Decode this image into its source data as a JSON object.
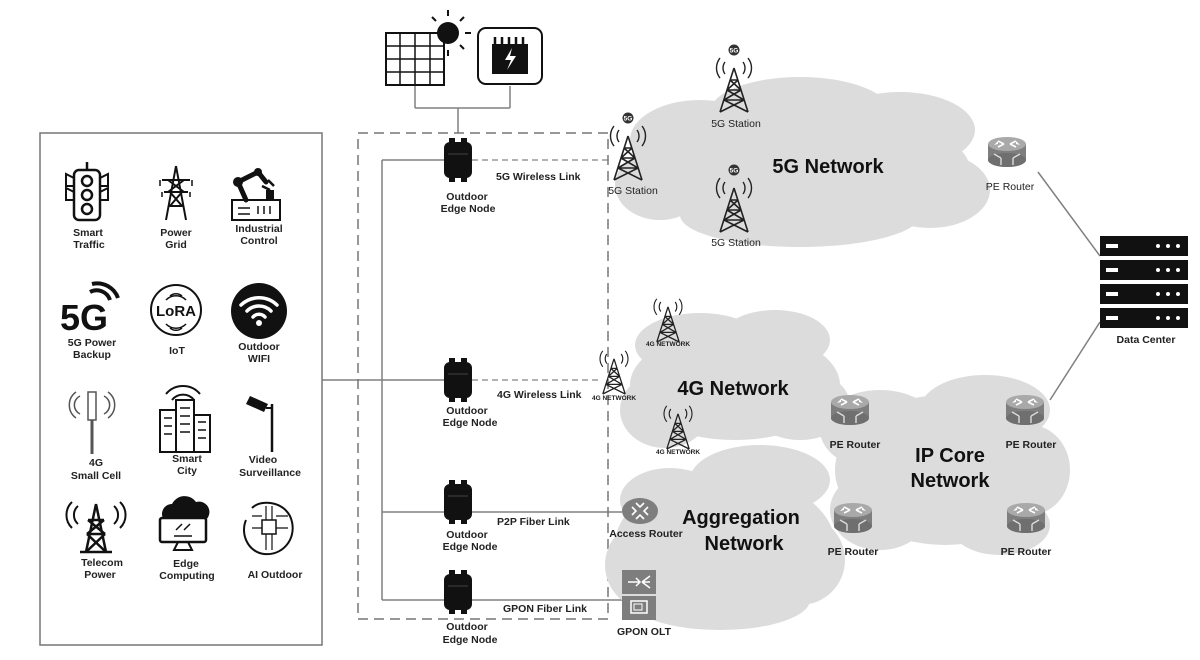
{
  "use_cases": [
    {
      "id": "smart-traffic",
      "line1": "Smart",
      "line2": "Traffic",
      "icon": "traffic-light-icon"
    },
    {
      "id": "power-grid",
      "line1": "Power",
      "line2": "Grid",
      "icon": "power-tower-icon"
    },
    {
      "id": "industrial-control",
      "line1": "Industrial",
      "line2": "Control",
      "icon": "robot-arm-icon"
    },
    {
      "id": "5g-power-backup",
      "line1": "5G Power",
      "line2": "Backup",
      "icon": "5g-logo-icon"
    },
    {
      "id": "iot",
      "line1": "IoT",
      "line2": "",
      "icon": "lora-icon"
    },
    {
      "id": "outdoor-wifi",
      "line1": "Outdoor",
      "line2": "WIFI",
      "icon": "wifi-icon"
    },
    {
      "id": "4g-small-cell",
      "line1": "4G",
      "line2": "Small Cell",
      "icon": "small-cell-icon"
    },
    {
      "id": "smart-city",
      "line1": "Smart",
      "line2": "City",
      "icon": "city-icon"
    },
    {
      "id": "video-surveillance",
      "line1": "Video",
      "line2": "Surveillance",
      "icon": "camera-icon"
    },
    {
      "id": "telecom-power",
      "line1": "Telecom",
      "line2": "Power",
      "icon": "telecom-tower-icon"
    },
    {
      "id": "edge-computing",
      "line1": "Edge",
      "line2": "Computing",
      "icon": "cloud-computer-icon"
    },
    {
      "id": "ai-outdoor",
      "line1": "AI Outdoor",
      "line2": "",
      "icon": "ai-chip-icon"
    }
  ],
  "power_sources": [
    {
      "icon": "solar-panel-icon"
    },
    {
      "icon": "power-cabinet-icon"
    }
  ],
  "edge_nodes": [
    {
      "line1": "Outdoor",
      "line2": "Edge Node",
      "link": "5G Wireless Link"
    },
    {
      "line1": "Outdoor",
      "line2": "Edge Node",
      "link": "4G Wireless Link"
    },
    {
      "line1": "Outdoor",
      "line2": "Edge Node",
      "link": "P2P Fiber Link"
    },
    {
      "line1": "Outdoor",
      "line2": "Edge Node",
      "link": "GPON Fiber Link"
    }
  ],
  "networks": {
    "5g": {
      "title": "5G Network",
      "stations": [
        "5G Station",
        "5G Station",
        "5G Station"
      ],
      "tower_badge": "5G"
    },
    "4g": {
      "title": "4G Network",
      "stations": [
        "4G NETWORK",
        "4G NETWORK",
        "4G NETWORK"
      ]
    },
    "aggregation": {
      "title_line1": "Aggregation",
      "title_line2": "Network"
    },
    "ip_core": {
      "title_line1": "IP Core",
      "title_line2": "Network"
    }
  },
  "devices": {
    "pe_router": "PE Router",
    "access_router": "Access Router",
    "gpon_olt": "GPON OLT",
    "data_center": "Data Center"
  },
  "logo_text": {
    "lora": "LoRA",
    "five_g": "5G"
  },
  "colors": {
    "cloud": "#dcdcdc",
    "cloud_edge": "#c4c4c4",
    "line": "#808080",
    "icon": "#222222"
  }
}
